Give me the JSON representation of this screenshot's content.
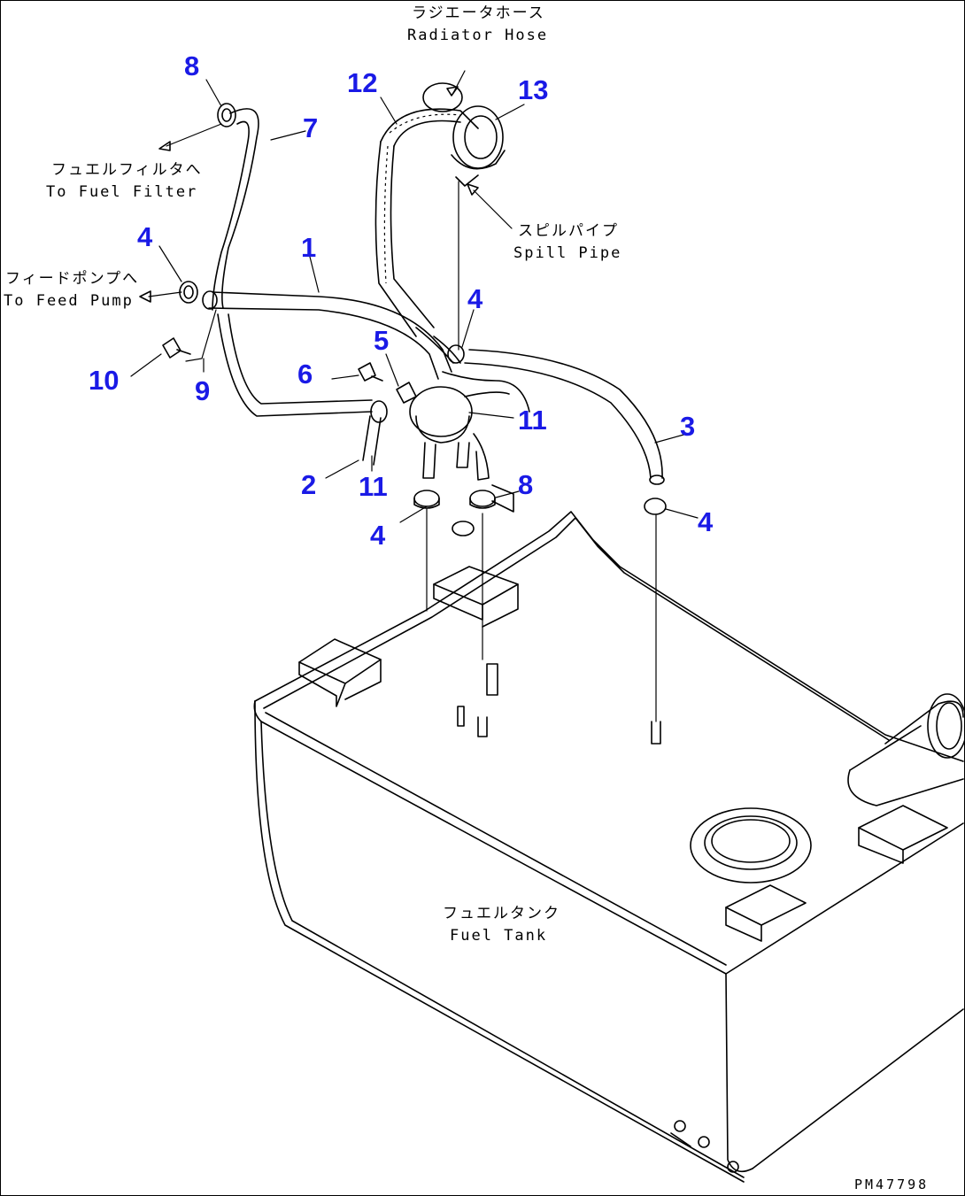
{
  "callouts": {
    "c1": "1",
    "c2": "2",
    "c3": "3",
    "c4a": "4",
    "c4b": "4",
    "c4c": "4",
    "c4d": "4",
    "c5": "5",
    "c6": "6",
    "c7": "7",
    "c8a": "8",
    "c8b": "8",
    "c9": "9",
    "c10": "10",
    "c11a": "11",
    "c11b": "11",
    "c12": "12",
    "c13": "13"
  },
  "labels": {
    "radiator_hose_jp": "ラジエータホース",
    "radiator_hose_en": "Radiator Hose",
    "fuel_filter_jp": "フュエルフィルタへ",
    "fuel_filter_en": "To Fuel Filter",
    "feed_pump_jp": "フィードポンプへ",
    "feed_pump_en": "To Feed Pump",
    "spill_pipe_jp": "スピルパイプ",
    "spill_pipe_en": "Spill Pipe",
    "fuel_tank_jp": "フュエルタンク",
    "fuel_tank_en": "Fuel Tank"
  },
  "drawing_code": "PM47798",
  "colors": {
    "callout": "#1a1ae6",
    "line": "#000000",
    "background": "#ffffff"
  }
}
